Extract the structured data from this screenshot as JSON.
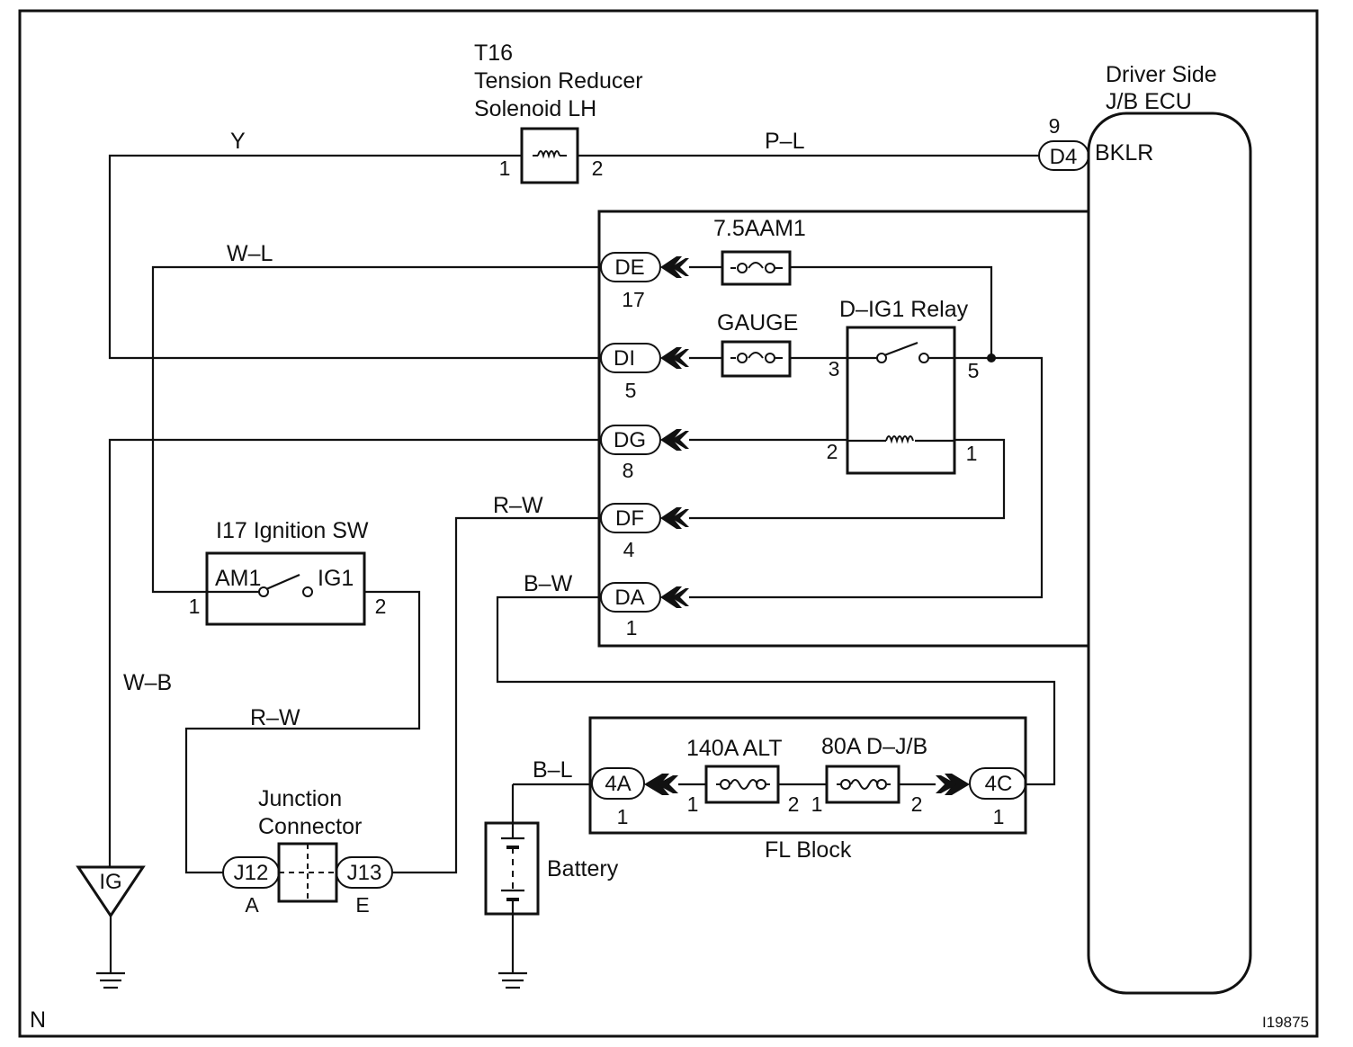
{
  "corner_label": "N",
  "figure_id": "I19875",
  "components": {
    "solenoid": {
      "line1": "T16",
      "line2": "Tension Reducer",
      "line3": "Solenoid LH",
      "pin_left": "1",
      "pin_right": "2"
    },
    "ecu": {
      "line1": "Driver Side",
      "line2": "J/B ECU",
      "connector": "D4",
      "pin": "9",
      "terminal": "BKLR"
    },
    "fuse_am1": "7.5AAM1",
    "fuse_gauge": "GAUGE",
    "relay": {
      "label": "D–IG1 Relay",
      "pins": [
        "3",
        "5",
        "2",
        "1"
      ]
    },
    "ignition_switch": {
      "label": "I17 Ignition SW",
      "term_a": "AM1",
      "term_b": "IG1",
      "pin_left": "1",
      "pin_right": "2"
    },
    "junction_connector": {
      "line1": "Junction",
      "line2": "Connector",
      "left": "J12",
      "right": "J13",
      "left_pin": "A",
      "right_pin": "E"
    },
    "battery": "Battery",
    "ground_ig": "IG",
    "fl_block": {
      "label": "FL Block",
      "left": "4A",
      "right": "4C",
      "left_pin": "1",
      "right_pin": "1",
      "fuse1": "140A ALT",
      "fuse2": "80A D–J/B",
      "fuse1_pins": [
        "1",
        "2"
      ],
      "fuse2_pins": [
        "1",
        "2"
      ]
    }
  },
  "connectors": [
    {
      "id": "DE",
      "pin": "17"
    },
    {
      "id": "DI",
      "pin": "5"
    },
    {
      "id": "DG",
      "pin": "8"
    },
    {
      "id": "DF",
      "pin": "4"
    },
    {
      "id": "DA",
      "pin": "1"
    }
  ],
  "wire_colors": {
    "y": "Y",
    "pl": "P–L",
    "wl": "W–L",
    "wb": "W–B",
    "rw_top": "R–W",
    "rw_low": "R–W",
    "bw": "B–W",
    "bl": "B–L"
  }
}
